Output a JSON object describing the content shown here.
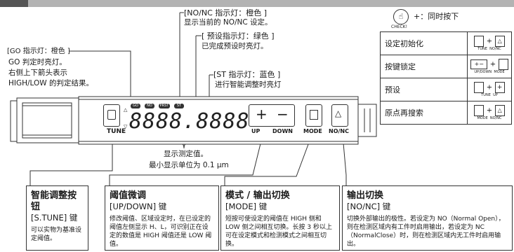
{
  "callouts": {
    "no_nc": {
      "title": "[NO/NC 指示灯：橙色 ]",
      "desc": "显示当前的 NO/NC 设定。"
    },
    "preset": {
      "title": "[ 预设指示灯：绿色 ]",
      "desc": "已完成预设时亮灯。"
    },
    "go": {
      "title": "[GO 指示灯：橙色 ]",
      "line1": "GO 判定时亮灯。",
      "line2": "右侧上下箭头表示",
      "line3": "HIGH/LOW 的判定结果。"
    },
    "st": {
      "title": "[ST 指示灯：蓝色 ]",
      "desc": "进行智能调整时亮灯"
    },
    "display": {
      "line1": "显示测定值。",
      "line2": "最小显示单位为 0.1 μm"
    }
  },
  "device": {
    "tune_label": "TUNE",
    "seven_seg": "8888.8888",
    "indicators": [
      "GO",
      "NO",
      "PRST",
      "ST"
    ],
    "updown_up": "UP",
    "updown_down": "DOWN",
    "mode_label": "MODE",
    "nonc_label": "NO/NC"
  },
  "legend": {
    "check_label": "CHECK!",
    "note": "+：同时按下",
    "rows": [
      {
        "label": "设定初始化",
        "key1": "TUNE",
        "key2": "NO/NC"
      },
      {
        "label": "按键锁定",
        "key1": "UP/DOWN",
        "key2": "MODE"
      },
      {
        "label": "预设",
        "key1": "TUNE",
        "key2": "UP"
      },
      {
        "label": "原点再搜索",
        "key1": "MODE",
        "key2": "NO/NC"
      }
    ]
  },
  "boxes": [
    {
      "title": "智能调整按钮",
      "sub": "[S.TUNE] 键",
      "desc": "可以实物为基准设定阈值。"
    },
    {
      "title": "阈值微调",
      "sub": "[UP/DOWN] 键",
      "desc": "修改阈值、区域设定时，在已设定的阈值左侧显示 H、L，可识别正在设定的数值是 HIGH 阈值还是 LOW 阈值。"
    },
    {
      "title": "模式 / 输出切换",
      "sub": "[MODE] 键",
      "desc": "短按可使设定的阈值在 HIGH 侧和 LOW 侧之间相互切换。长按 3 秒以上可在设定模式和检测模式之间相互切换。"
    },
    {
      "title": "输出切换",
      "sub": "[NO/NC] 键",
      "desc": "切换外部输出的极性。若设定为 NO（Normal Open），则在检测区域内有工件时启用输出，若设定为 NC（NormalClose）时，则在检测区域内无工件时启用输出。"
    }
  ]
}
